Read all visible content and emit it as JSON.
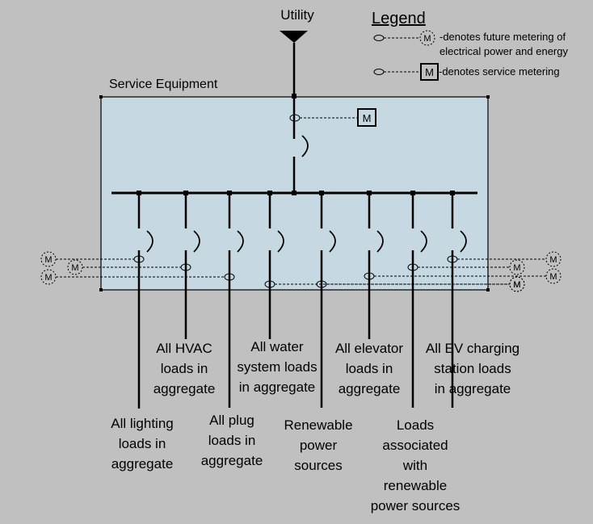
{
  "title": "Utility",
  "legend": {
    "heading": "Legend",
    "meter_symbol": "M",
    "future_line1": "-denotes future metering of",
    "future_line2": "electrical power and energy",
    "service_text": "-denotes service metering"
  },
  "service_equipment_label": "Service Equipment",
  "service_meter_symbol": "M",
  "feeders": [
    {
      "id": "lighting",
      "lines": [
        "All lighting",
        "loads in",
        "aggregate"
      ]
    },
    {
      "id": "hvac",
      "lines": [
        "All HVAC",
        "loads in",
        "aggregate"
      ]
    },
    {
      "id": "plug",
      "lines": [
        "All plug",
        "loads in",
        "aggregate"
      ]
    },
    {
      "id": "water",
      "lines": [
        "All water",
        "system loads",
        "in aggregate"
      ]
    },
    {
      "id": "renewable",
      "lines": [
        "Renewable",
        "power",
        "sources"
      ]
    },
    {
      "id": "elevator",
      "lines": [
        "All elevator",
        "loads in",
        "aggregate"
      ]
    },
    {
      "id": "assoc-renewable",
      "lines": [
        "Loads",
        "associated",
        "with",
        "renewable",
        "power sources"
      ]
    },
    {
      "id": "ev",
      "lines": [
        "All EV charging",
        "station loads",
        "in aggregate"
      ]
    }
  ],
  "colors": {
    "page_background": "#c0c0c0",
    "equipment_fill": "#c6d9e3",
    "line": "#000000"
  }
}
